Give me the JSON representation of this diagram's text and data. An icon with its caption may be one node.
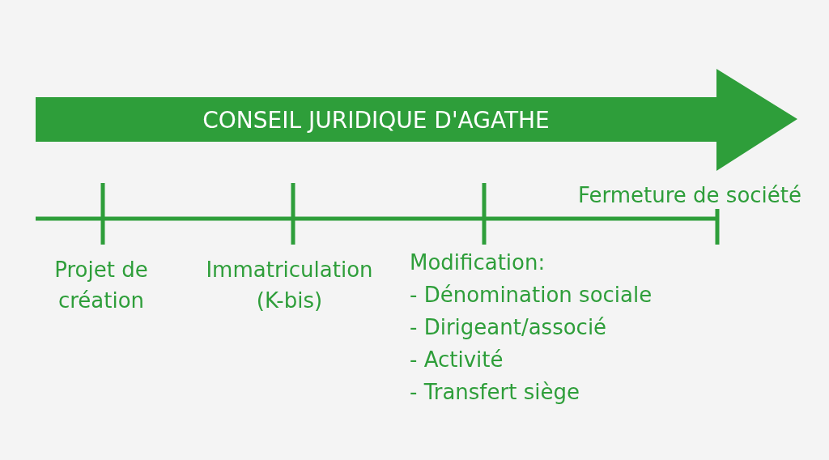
{
  "diagram": {
    "nodes": [
      {
        "text": [
          "CONSEIL JURIDIQUE D'AGATHE"
        ]
      }
    ],
    "edges": [],
    "labels": [
      "Fermeture de société",
      "Projet de création",
      "Immatriculation (K-bis)",
      "Modification:",
      "- Dénomination sociale",
      "- Dirigeant/associé",
      "- Activité",
      "- Transfert siège"
    ]
  }
}
